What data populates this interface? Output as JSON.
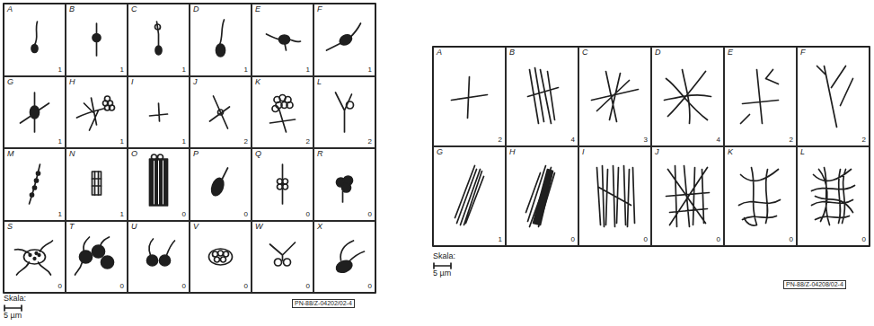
{
  "diagram": {
    "nodes": [
      {
        "text": [
          "A",
          "1"
        ]
      },
      {
        "text": [
          "B",
          "1"
        ]
      },
      {
        "text": [
          "C",
          "1"
        ]
      },
      {
        "text": [
          "D",
          "1"
        ]
      },
      {
        "text": [
          "E",
          "1"
        ]
      },
      {
        "text": [
          "F",
          "1"
        ]
      },
      {
        "text": [
          "G",
          "1"
        ]
      },
      {
        "text": [
          "H",
          "1"
        ]
      },
      {
        "text": [
          "I",
          "1"
        ]
      },
      {
        "text": [
          "J",
          "2"
        ]
      },
      {
        "text": [
          "K",
          "2"
        ]
      },
      {
        "text": [
          "L",
          "2"
        ]
      },
      {
        "text": [
          "M",
          "1"
        ]
      },
      {
        "text": [
          "N",
          "1"
        ]
      },
      {
        "text": [
          "O",
          "0"
        ]
      },
      {
        "text": [
          "P",
          "0"
        ]
      },
      {
        "text": [
          "Q",
          "0"
        ]
      },
      {
        "text": [
          "R",
          "0"
        ]
      },
      {
        "text": [
          "S",
          "0"
        ]
      },
      {
        "text": [
          "T",
          "0"
        ]
      },
      {
        "text": [
          "U",
          "0"
        ]
      },
      {
        "text": [
          "V",
          "0"
        ]
      },
      {
        "text": [
          "W",
          "0"
        ]
      },
      {
        "text": [
          "X",
          "0"
        ]
      },
      {
        "text": [
          "A",
          "2"
        ]
      },
      {
        "text": [
          "B",
          "4"
        ]
      },
      {
        "text": [
          "C",
          "3"
        ]
      },
      {
        "text": [
          "D",
          "4"
        ]
      },
      {
        "text": [
          "E",
          "2"
        ]
      },
      {
        "text": [
          "F",
          "2"
        ]
      },
      {
        "text": [
          "G",
          "1"
        ]
      },
      {
        "text": [
          "H",
          "0"
        ]
      },
      {
        "text": [
          "I",
          "0"
        ]
      },
      {
        "text": [
          "J",
          "0"
        ]
      },
      {
        "text": [
          "K",
          "0"
        ]
      },
      {
        "text": [
          "L",
          "0"
        ]
      }
    ],
    "labels": [
      "Skala:",
      "5 µm",
      "PN-88/Z-04202/02-4",
      "Skala:",
      "5 µm",
      "PN-88/Z-04208/02-4"
    ]
  }
}
